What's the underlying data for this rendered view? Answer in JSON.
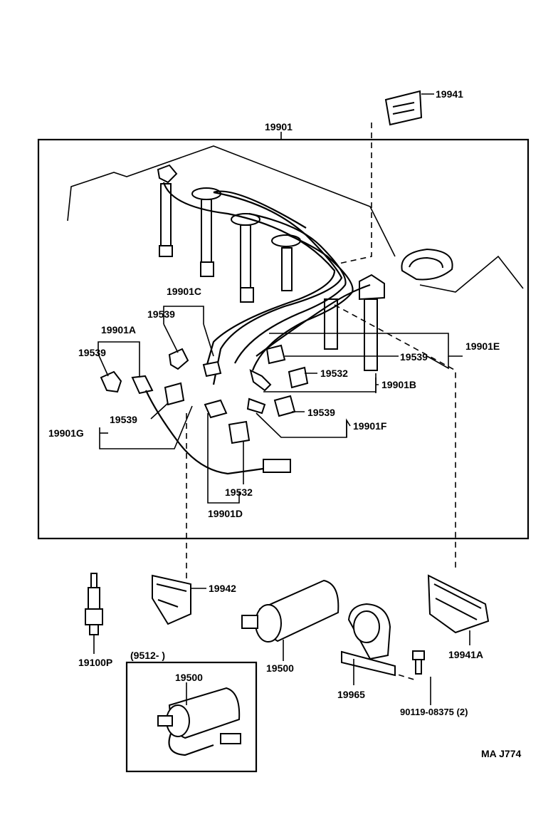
{
  "labels": {
    "p19941": "19941",
    "p19901": "19901",
    "p19901C": "19901C",
    "p19539_c": "19539",
    "p19901A": "19901A",
    "p19539_a": "19539",
    "p19901E": "19901E",
    "p19539_e": "19539",
    "p19532_b": "19532",
    "p19901B": "19901B",
    "p19539_g": "19539",
    "p19901G": "19901G",
    "p19539_f": "19539",
    "p19901F": "19901F",
    "p19532_d": "19532",
    "p19901D": "19901D",
    "p19942": "19942",
    "p19100P": "19100P",
    "p9512": "(9512-         )",
    "p19500_box": "19500",
    "p19500": "19500",
    "p19965": "19965",
    "p19941A": "19941A",
    "p90119": "90119-08375 (2)",
    "code": "MA  J774"
  }
}
